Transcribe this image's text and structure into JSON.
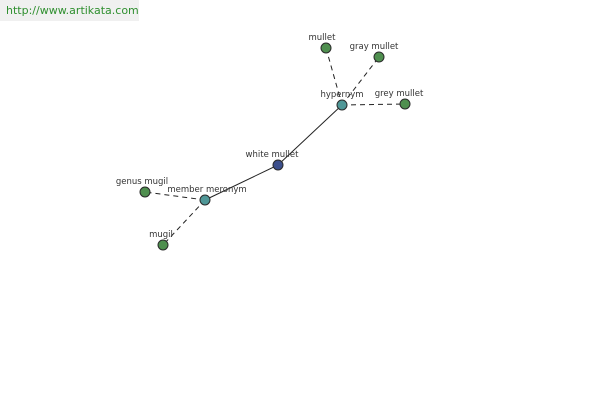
{
  "banner": {
    "text": "http://www.artikata.com"
  },
  "colors": {
    "center_node": "#3c4f8c",
    "relation_node": "#4f9797",
    "leaf_node": "#4f8f4f",
    "node_stroke": "#2a2a2a",
    "edge": "#222222"
  },
  "graph": {
    "nodes": [
      {
        "id": "white-mullet",
        "label": "white mullet",
        "kind": "center"
      },
      {
        "id": "hypernym",
        "label": "hypernym",
        "kind": "relation"
      },
      {
        "id": "member-meronym",
        "label": "member meronym",
        "kind": "relation"
      },
      {
        "id": "mullet",
        "label": "mullet",
        "kind": "leaf"
      },
      {
        "id": "gray-mullet",
        "label": "gray mullet",
        "kind": "leaf"
      },
      {
        "id": "grey-mullet",
        "label": "grey mullet",
        "kind": "leaf"
      },
      {
        "id": "genus-mugil",
        "label": "genus mugil",
        "kind": "leaf"
      },
      {
        "id": "mugil",
        "label": "mugil",
        "kind": "leaf"
      }
    ],
    "edges": [
      {
        "from": "white-mullet",
        "to": "hypernym",
        "style": "solid"
      },
      {
        "from": "white-mullet",
        "to": "member-meronym",
        "style": "solid"
      },
      {
        "from": "hypernym",
        "to": "mullet",
        "style": "dashed"
      },
      {
        "from": "hypernym",
        "to": "gray-mullet",
        "style": "dashed"
      },
      {
        "from": "hypernym",
        "to": "grey-mullet",
        "style": "dashed"
      },
      {
        "from": "member-meronym",
        "to": "genus-mugil",
        "style": "dashed"
      },
      {
        "from": "member-meronym",
        "to": "mugil",
        "style": "dashed"
      }
    ]
  }
}
